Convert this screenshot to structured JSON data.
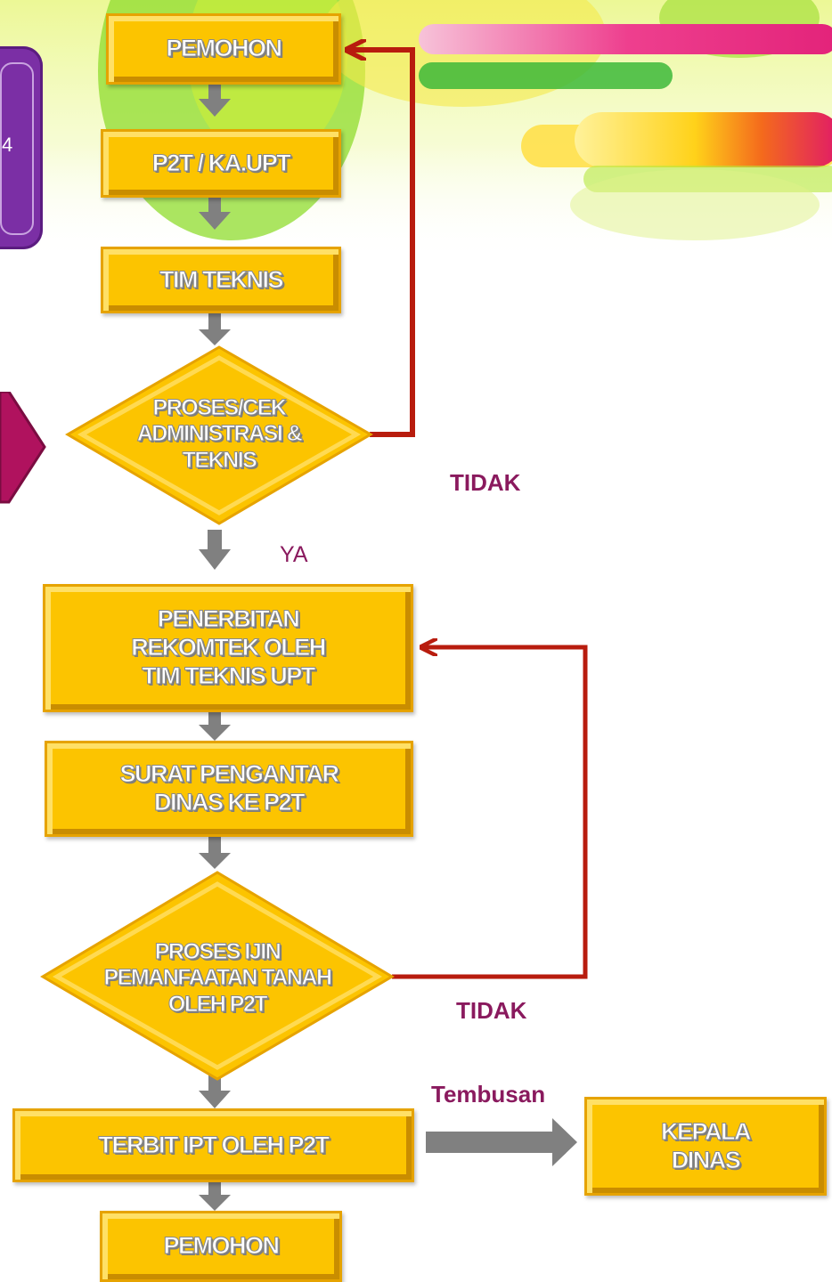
{
  "colors": {
    "box_fill": "#fcc400",
    "box_border": "#e6a300",
    "arrow_gray": "#808080",
    "feedback_red": "#b81c0e",
    "label_purple": "#8a1a5e",
    "side_purple": "#7b2fa5",
    "side_magenta": "#b0125e"
  },
  "side_panel": {
    "fragment": "4"
  },
  "nodes": {
    "pemohon_top": "PEMOHON",
    "p2t_kaupt": "P2T / KA.UPT",
    "tim_teknis": "TIM TEKNIS",
    "cek_admin": "PROSES/CEK\nADMINISTRASI &\nTEKNIS",
    "penerbitan": "PENERBITAN\nREKOMTEK OLEH\nTIM TEKNIS UPT",
    "surat": "SURAT PENGANTAR\nDINAS KE P2T",
    "proses_ijin": "PROSES IJIN\nPEMANFAATAN TANAH\nOLEH  P2T",
    "terbit_ipt": "TERBIT IPT OLEH P2T",
    "kepala_dinas": "KEPALA\nDINAS",
    "pemohon_bottom": "PEMOHON"
  },
  "labels": {
    "tidak_1": "TIDAK",
    "ya": "YA",
    "tidak_2": "TIDAK",
    "tembusan": "Tembusan"
  }
}
